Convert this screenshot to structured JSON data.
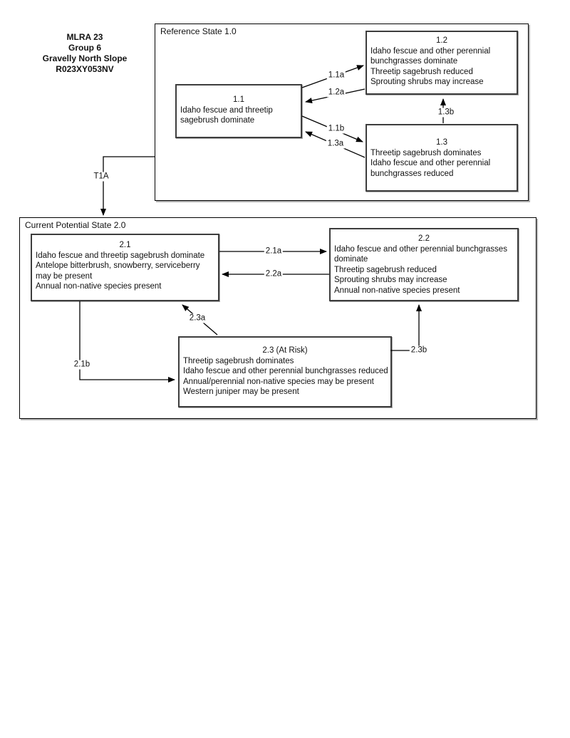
{
  "page": {
    "background": "#ffffff",
    "ink": "#000000"
  },
  "header": {
    "lines": [
      "MLRA 23",
      "Group 6",
      "Gravelly North Slope",
      "R023XY053NV"
    ]
  },
  "states": [
    {
      "id": "reference-state",
      "label": "Reference State 1.0",
      "communities": [
        {
          "id": "1.1",
          "title": "1.1",
          "lines": [
            "Idaho fescue and threetip",
            "sagebrush dominate"
          ]
        },
        {
          "id": "1.2",
          "title": "1.2",
          "lines": [
            "Idaho fescue and other perennial",
            "bunchgrasses dominate",
            "Threetip sagebrush reduced",
            "Sprouting shrubs may increase"
          ]
        },
        {
          "id": "1.3",
          "title": "1.3",
          "lines": [
            "Threetip sagebrush dominates",
            "Idaho fescue and other perennial",
            "bunchgrasses reduced"
          ]
        }
      ]
    },
    {
      "id": "current-potential-state",
      "label": "Current Potential State 2.0",
      "communities": [
        {
          "id": "2.1",
          "title": "2.1",
          "lines": [
            "Idaho fescue and threetip sagebrush dominate",
            "Antelope bitterbrush, snowberry, serviceberry",
            "may be present",
            "Annual non-native species present"
          ]
        },
        {
          "id": "2.2",
          "title": "2.2",
          "lines": [
            "Idaho fescue and other perennial bunchgrasses",
            "dominate",
            "Threetip sagebrush reduced",
            "Sprouting shrubs may increase",
            "Annual non-native species present"
          ]
        },
        {
          "id": "2.3",
          "title": "2.3 (At Risk)",
          "lines": [
            "Threetip sagebrush dominates",
            "Idaho fescue and other perennial bunchgrasses reduced",
            "Annual/perennial non-native species may be present",
            "Western juniper may be present"
          ]
        }
      ]
    }
  ],
  "pathways": {
    "p11a": "1.1a",
    "p12a": "1.2a",
    "p11b": "1.1b",
    "p13a": "1.3a",
    "p13b": "1.3b",
    "t1a": "T1A",
    "p21a": "2.1a",
    "p22a": "2.2a",
    "p23a": "2.3a",
    "p23b": "2.3b",
    "p21b": "2.1b"
  }
}
